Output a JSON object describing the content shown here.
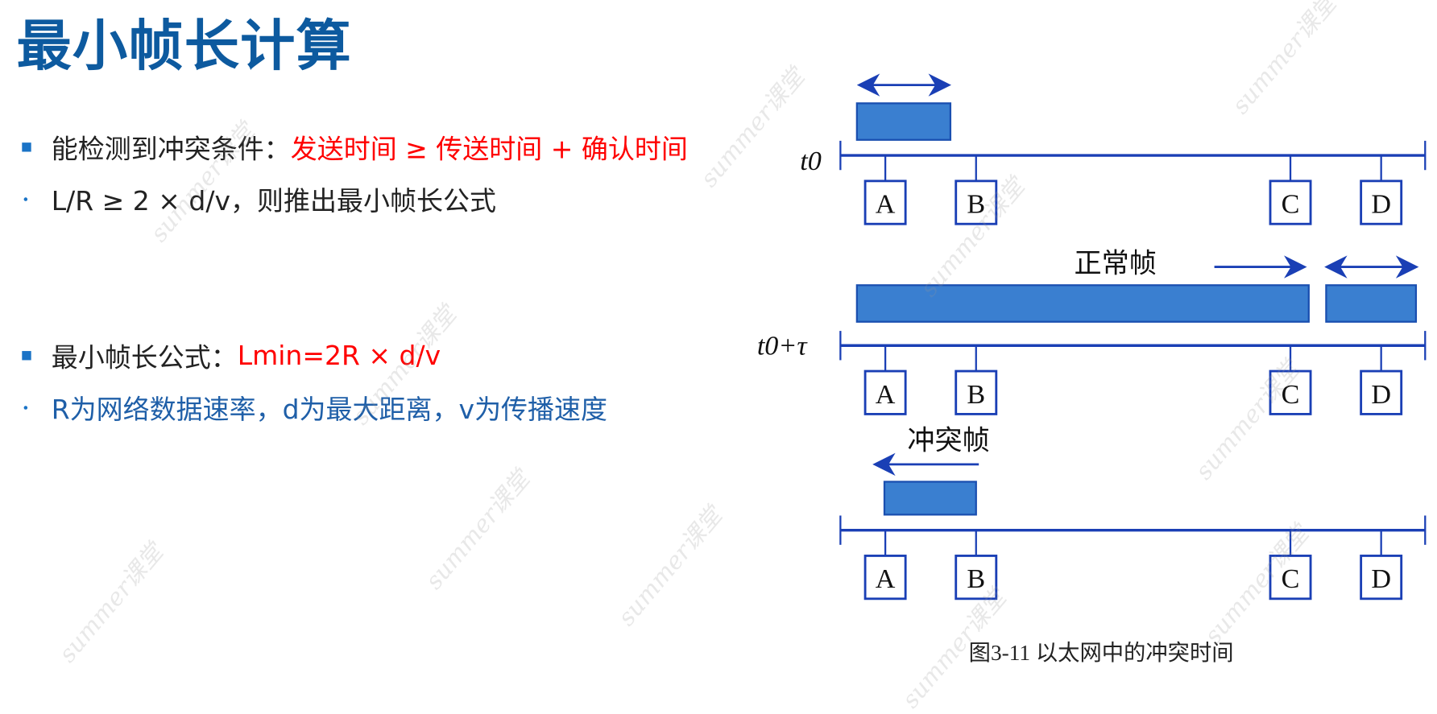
{
  "title": "最小帧长计算",
  "bullets": [
    {
      "label": "能检测到冲突条件：",
      "highlight": "发送时间 ≥ 传送时间 + 确认时间"
    },
    {
      "text": "L/R ≥ 2 × d/v，则推出最小帧长公式"
    },
    {
      "label": "最小帧长公式：",
      "highlight": "Lmin=2R × d/v"
    },
    {
      "text": "R为网络数据速率，d为最大距离，v为传播速度"
    }
  ],
  "figure": {
    "time_labels": [
      "t0",
      "t0+τ"
    ],
    "normal_frame_label": "正常帧",
    "collision_frame_label": "冲突帧",
    "stations": [
      "A",
      "B",
      "C",
      "D"
    ],
    "caption": "图3-11 以太网中的冲突时间"
  },
  "watermark": "summer课堂",
  "colors": {
    "title": "#0d5a9f",
    "highlight": "#ff0000",
    "frame": "#3a7fd0",
    "line": "#1a3fb5"
  }
}
